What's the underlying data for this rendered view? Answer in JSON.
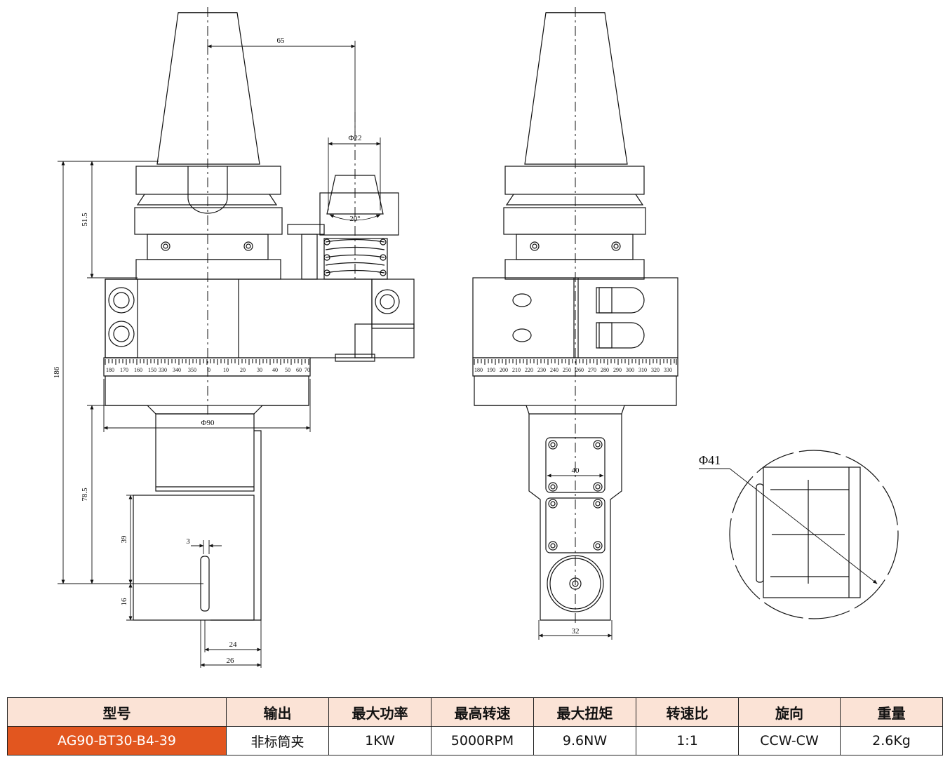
{
  "drawing": {
    "front_view": {
      "dims": {
        "offset": "65",
        "collet_dia": "Φ22",
        "taper_angle": "20°",
        "flange_height": "51.5",
        "total_height": "186",
        "body_dia": "Φ90",
        "lower_height": "78.5",
        "spindle_height": "39",
        "spindle_offset": "3",
        "bottom_height": "16",
        "width_24": "24",
        "width_26": "26"
      },
      "scale_labels": [
        "180",
        "170",
        "160",
        "150",
        "330",
        "340",
        "350",
        "0",
        "10",
        "20",
        "30",
        "40",
        "50",
        "60",
        "70"
      ]
    },
    "side_view": {
      "dims": {
        "bolt_span": "40",
        "head_width": "32"
      },
      "scale_labels": [
        "180",
        "190",
        "200",
        "210",
        "220",
        "230",
        "240",
        "250",
        "260",
        "270",
        "280",
        "290",
        "300",
        "310",
        "320",
        "330"
      ]
    },
    "detail_view": {
      "dims": {
        "detail_dia": "Φ41"
      }
    }
  },
  "spec_table": {
    "headers": [
      "型号",
      "输出",
      "最大功率",
      "最高转速",
      "最大扭矩",
      "转速比",
      "旋向",
      "重量"
    ],
    "row": [
      "AG90-BT30-B4-39",
      "非标筒夹",
      "1KW",
      "5000RPM",
      "9.6NW",
      "1:1",
      "CCW-CW",
      "2.6Kg"
    ]
  },
  "colors": {
    "header_bg": "#fbe3d6",
    "model_bg": "#e2561f",
    "line": "#111111"
  }
}
